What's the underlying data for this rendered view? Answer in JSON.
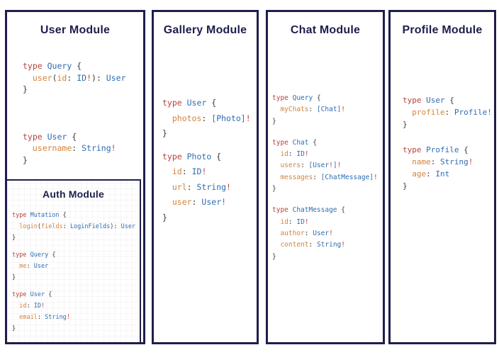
{
  "palette": {
    "navy": "#1e1e4c",
    "kw": "#b5433d",
    "type": "#2e6cb2",
    "field": "#d3833c",
    "bang": "#c0413c",
    "punct": "#3c3c3c",
    "bg": "#ffffff"
  },
  "modules": {
    "user": {
      "title": "User Module",
      "blocks": [
        [
          [
            {
              "c": "k",
              "t": "type "
            },
            {
              "c": "t",
              "t": "Query "
            },
            {
              "c": "p",
              "t": "{"
            }
          ],
          [
            {
              "c": "p",
              "t": "  "
            },
            {
              "c": "f",
              "t": "user"
            },
            {
              "c": "p",
              "t": "("
            },
            {
              "c": "f",
              "t": "id"
            },
            {
              "c": "p",
              "t": ": "
            },
            {
              "c": "t",
              "t": "ID"
            },
            {
              "c": "b",
              "t": "!"
            },
            {
              "c": "p",
              "t": "): "
            },
            {
              "c": "t",
              "t": "User"
            }
          ],
          [
            {
              "c": "p",
              "t": "}"
            }
          ]
        ],
        [
          [
            {
              "c": "k",
              "t": "type "
            },
            {
              "c": "t",
              "t": "User "
            },
            {
              "c": "p",
              "t": "{"
            }
          ],
          [
            {
              "c": "p",
              "t": "  "
            },
            {
              "c": "f",
              "t": "username"
            },
            {
              "c": "p",
              "t": ": "
            },
            {
              "c": "t",
              "t": "String"
            },
            {
              "c": "b",
              "t": "!"
            }
          ],
          [
            {
              "c": "p",
              "t": "}"
            }
          ]
        ]
      ]
    },
    "auth": {
      "title": "Auth Module",
      "blocks": [
        [
          [
            {
              "c": "k",
              "t": "type "
            },
            {
              "c": "t",
              "t": "Mutation "
            },
            {
              "c": "p",
              "t": "{"
            }
          ],
          [
            {
              "c": "p",
              "t": "  "
            },
            {
              "c": "f",
              "t": "login"
            },
            {
              "c": "p",
              "t": "("
            },
            {
              "c": "f",
              "t": "fields"
            },
            {
              "c": "p",
              "t": ": "
            },
            {
              "c": "t",
              "t": "LoginFields"
            },
            {
              "c": "p",
              "t": "): "
            },
            {
              "c": "t",
              "t": "User"
            }
          ],
          [
            {
              "c": "p",
              "t": "}"
            }
          ]
        ],
        [
          [
            {
              "c": "k",
              "t": "type "
            },
            {
              "c": "t",
              "t": "Query "
            },
            {
              "c": "p",
              "t": "{"
            }
          ],
          [
            {
              "c": "p",
              "t": "  "
            },
            {
              "c": "f",
              "t": "me"
            },
            {
              "c": "p",
              "t": ": "
            },
            {
              "c": "t",
              "t": "User"
            }
          ],
          [
            {
              "c": "p",
              "t": "}"
            }
          ]
        ],
        [
          [
            {
              "c": "k",
              "t": "type "
            },
            {
              "c": "t",
              "t": "User "
            },
            {
              "c": "p",
              "t": "{"
            }
          ],
          [
            {
              "c": "p",
              "t": "  "
            },
            {
              "c": "f",
              "t": "id"
            },
            {
              "c": "p",
              "t": ": "
            },
            {
              "c": "t",
              "t": "ID"
            },
            {
              "c": "b",
              "t": "!"
            }
          ],
          [
            {
              "c": "p",
              "t": "  "
            },
            {
              "c": "f",
              "t": "email"
            },
            {
              "c": "p",
              "t": ": "
            },
            {
              "c": "t",
              "t": "String"
            },
            {
              "c": "b",
              "t": "!"
            }
          ],
          [
            {
              "c": "p",
              "t": "}"
            }
          ]
        ]
      ]
    },
    "gallery": {
      "title": "Gallery Module",
      "blocks": [
        [
          [
            {
              "c": "k",
              "t": "type "
            },
            {
              "c": "t",
              "t": "User "
            },
            {
              "c": "p",
              "t": "{"
            }
          ],
          [
            {
              "c": "p",
              "t": "  "
            },
            {
              "c": "f",
              "t": "photos"
            },
            {
              "c": "p",
              "t": ": "
            },
            {
              "c": "t",
              "t": "[Photo]"
            },
            {
              "c": "b",
              "t": "!"
            }
          ],
          [
            {
              "c": "p",
              "t": "}"
            }
          ]
        ],
        [
          [
            {
              "c": "k",
              "t": "type "
            },
            {
              "c": "t",
              "t": "Photo "
            },
            {
              "c": "p",
              "t": "{"
            }
          ],
          [
            {
              "c": "p",
              "t": "  "
            },
            {
              "c": "f",
              "t": "id"
            },
            {
              "c": "p",
              "t": ": "
            },
            {
              "c": "t",
              "t": "ID"
            },
            {
              "c": "b",
              "t": "!"
            }
          ],
          [
            {
              "c": "p",
              "t": "  "
            },
            {
              "c": "f",
              "t": "url"
            },
            {
              "c": "p",
              "t": ": "
            },
            {
              "c": "t",
              "t": "String"
            },
            {
              "c": "b",
              "t": "!"
            }
          ],
          [
            {
              "c": "p",
              "t": "  "
            },
            {
              "c": "f",
              "t": "user"
            },
            {
              "c": "p",
              "t": ": "
            },
            {
              "c": "t",
              "t": "User"
            },
            {
              "c": "b",
              "t": "!"
            }
          ],
          [
            {
              "c": "p",
              "t": "}"
            }
          ]
        ]
      ]
    },
    "chat": {
      "title": "Chat Module",
      "blocks": [
        [
          [
            {
              "c": "k",
              "t": "type "
            },
            {
              "c": "t",
              "t": "Query "
            },
            {
              "c": "p",
              "t": "{"
            }
          ],
          [
            {
              "c": "p",
              "t": "  "
            },
            {
              "c": "f",
              "t": "myChats"
            },
            {
              "c": "p",
              "t": ": "
            },
            {
              "c": "t",
              "t": "[Chat]"
            },
            {
              "c": "b",
              "t": "!"
            }
          ],
          [
            {
              "c": "p",
              "t": "}"
            }
          ]
        ],
        [
          [
            {
              "c": "k",
              "t": "type "
            },
            {
              "c": "t",
              "t": "Chat "
            },
            {
              "c": "p",
              "t": "{"
            }
          ],
          [
            {
              "c": "p",
              "t": "  "
            },
            {
              "c": "f",
              "t": "id"
            },
            {
              "c": "p",
              "t": ": "
            },
            {
              "c": "t",
              "t": "ID"
            },
            {
              "c": "b",
              "t": "!"
            }
          ],
          [
            {
              "c": "p",
              "t": "  "
            },
            {
              "c": "f",
              "t": "users"
            },
            {
              "c": "p",
              "t": ": "
            },
            {
              "c": "t",
              "t": "[User"
            },
            {
              "c": "b",
              "t": "!"
            },
            {
              "c": "t",
              "t": "]"
            },
            {
              "c": "b",
              "t": "!"
            }
          ],
          [
            {
              "c": "p",
              "t": "  "
            },
            {
              "c": "f",
              "t": "messages"
            },
            {
              "c": "p",
              "t": ": "
            },
            {
              "c": "t",
              "t": "[ChatMessage]"
            },
            {
              "c": "b",
              "t": "!"
            }
          ],
          [
            {
              "c": "p",
              "t": "}"
            }
          ]
        ],
        [
          [
            {
              "c": "k",
              "t": "type "
            },
            {
              "c": "t",
              "t": "ChatMessage "
            },
            {
              "c": "p",
              "t": "{"
            }
          ],
          [
            {
              "c": "p",
              "t": "  "
            },
            {
              "c": "f",
              "t": "id"
            },
            {
              "c": "p",
              "t": ": "
            },
            {
              "c": "t",
              "t": "ID"
            },
            {
              "c": "b",
              "t": "!"
            }
          ],
          [
            {
              "c": "p",
              "t": "  "
            },
            {
              "c": "f",
              "t": "author"
            },
            {
              "c": "p",
              "t": ": "
            },
            {
              "c": "t",
              "t": "User"
            },
            {
              "c": "b",
              "t": "!"
            }
          ],
          [
            {
              "c": "p",
              "t": "  "
            },
            {
              "c": "f",
              "t": "content"
            },
            {
              "c": "p",
              "t": ": "
            },
            {
              "c": "t",
              "t": "String"
            },
            {
              "c": "b",
              "t": "!"
            }
          ],
          [
            {
              "c": "p",
              "t": "}"
            }
          ]
        ]
      ]
    },
    "profile": {
      "title": "Profile Module",
      "blocks": [
        [
          [
            {
              "c": "k",
              "t": "type "
            },
            {
              "c": "t",
              "t": "User "
            },
            {
              "c": "p",
              "t": "{"
            }
          ],
          [
            {
              "c": "p",
              "t": "  "
            },
            {
              "c": "f",
              "t": "profile"
            },
            {
              "c": "p",
              "t": ": "
            },
            {
              "c": "t",
              "t": "Profile"
            },
            {
              "c": "b",
              "t": "!"
            }
          ],
          [
            {
              "c": "p",
              "t": "}"
            }
          ]
        ],
        [
          [
            {
              "c": "k",
              "t": "type "
            },
            {
              "c": "t",
              "t": "Profile "
            },
            {
              "c": "p",
              "t": "{"
            }
          ],
          [
            {
              "c": "p",
              "t": "  "
            },
            {
              "c": "f",
              "t": "name"
            },
            {
              "c": "p",
              "t": ": "
            },
            {
              "c": "t",
              "t": "String"
            },
            {
              "c": "b",
              "t": "!"
            }
          ],
          [
            {
              "c": "p",
              "t": "  "
            },
            {
              "c": "f",
              "t": "age"
            },
            {
              "c": "p",
              "t": ": "
            },
            {
              "c": "t",
              "t": "Int"
            }
          ],
          [
            {
              "c": "p",
              "t": "}"
            }
          ]
        ]
      ]
    }
  }
}
